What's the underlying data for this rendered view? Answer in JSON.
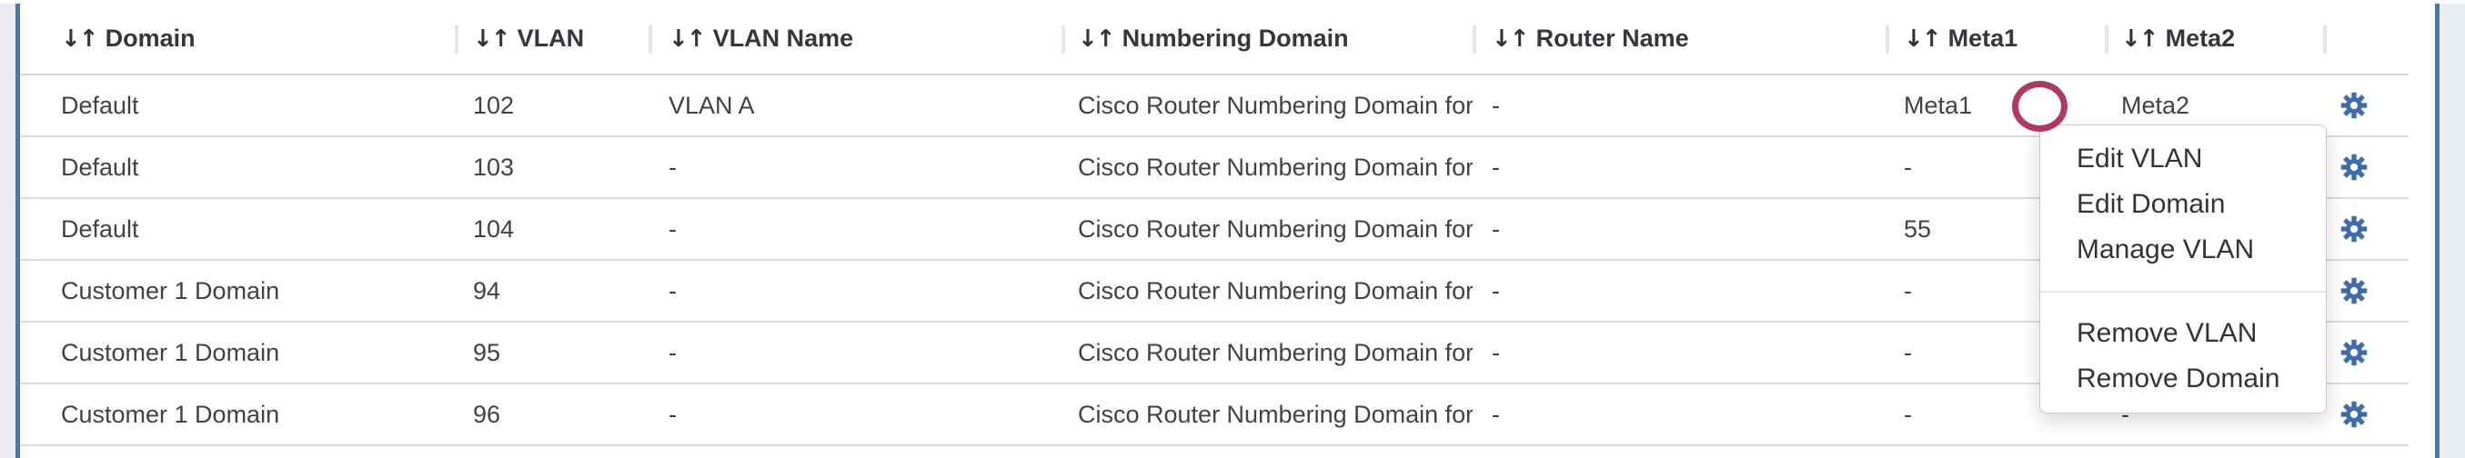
{
  "table": {
    "sort_icon": "↓↑",
    "columns": [
      {
        "label": "Domain"
      },
      {
        "label": "VLAN"
      },
      {
        "label": "VLAN Name"
      },
      {
        "label": "Numbering Domain"
      },
      {
        "label": "Router Name"
      },
      {
        "label": "Meta1"
      },
      {
        "label": "Meta2"
      },
      {
        "label": ""
      }
    ],
    "rows": [
      {
        "domain": "Default",
        "vlan": "102",
        "vlan_name": "VLAN A",
        "numbering_domain": "Cisco Router Numbering Domain for ...",
        "router_name": "-",
        "meta1": "Meta1",
        "meta2": "Meta2"
      },
      {
        "domain": "Default",
        "vlan": "103",
        "vlan_name": "-",
        "numbering_domain": "Cisco Router Numbering Domain for ...",
        "router_name": "-",
        "meta1": "-",
        "meta2": "-"
      },
      {
        "domain": "Default",
        "vlan": "104",
        "vlan_name": "-",
        "numbering_domain": "Cisco Router Numbering Domain for ...",
        "router_name": "-",
        "meta1": "55",
        "meta2": "-"
      },
      {
        "domain": "Customer 1 Domain",
        "vlan": "94",
        "vlan_name": "-",
        "numbering_domain": "Cisco Router Numbering Domain for ...",
        "router_name": "-",
        "meta1": "-",
        "meta2": "-"
      },
      {
        "domain": "Customer 1 Domain",
        "vlan": "95",
        "vlan_name": "-",
        "numbering_domain": "Cisco Router Numbering Domain for ...",
        "router_name": "-",
        "meta1": "-",
        "meta2": "-"
      },
      {
        "domain": "Customer 1 Domain",
        "vlan": "96",
        "vlan_name": "-",
        "numbering_domain": "Cisco Router Numbering Domain for ...",
        "router_name": "-",
        "meta1": "-",
        "meta2": "-"
      }
    ]
  },
  "context_menu": {
    "groups": [
      {
        "items": [
          {
            "label": "Edit VLAN"
          },
          {
            "label": "Edit Domain"
          },
          {
            "label": "Manage VLAN"
          }
        ]
      },
      {
        "items": [
          {
            "label": "Remove VLAN"
          },
          {
            "label": "Remove Domain"
          }
        ]
      }
    ]
  },
  "annotation": {
    "shape": "circle",
    "color": "#ac3a61"
  },
  "colors": {
    "panel_edge_blue": "#4678b3",
    "gear_blue": "#3e6cac",
    "row_separator": "#dadada",
    "right_gutter": "#e9edf2"
  }
}
